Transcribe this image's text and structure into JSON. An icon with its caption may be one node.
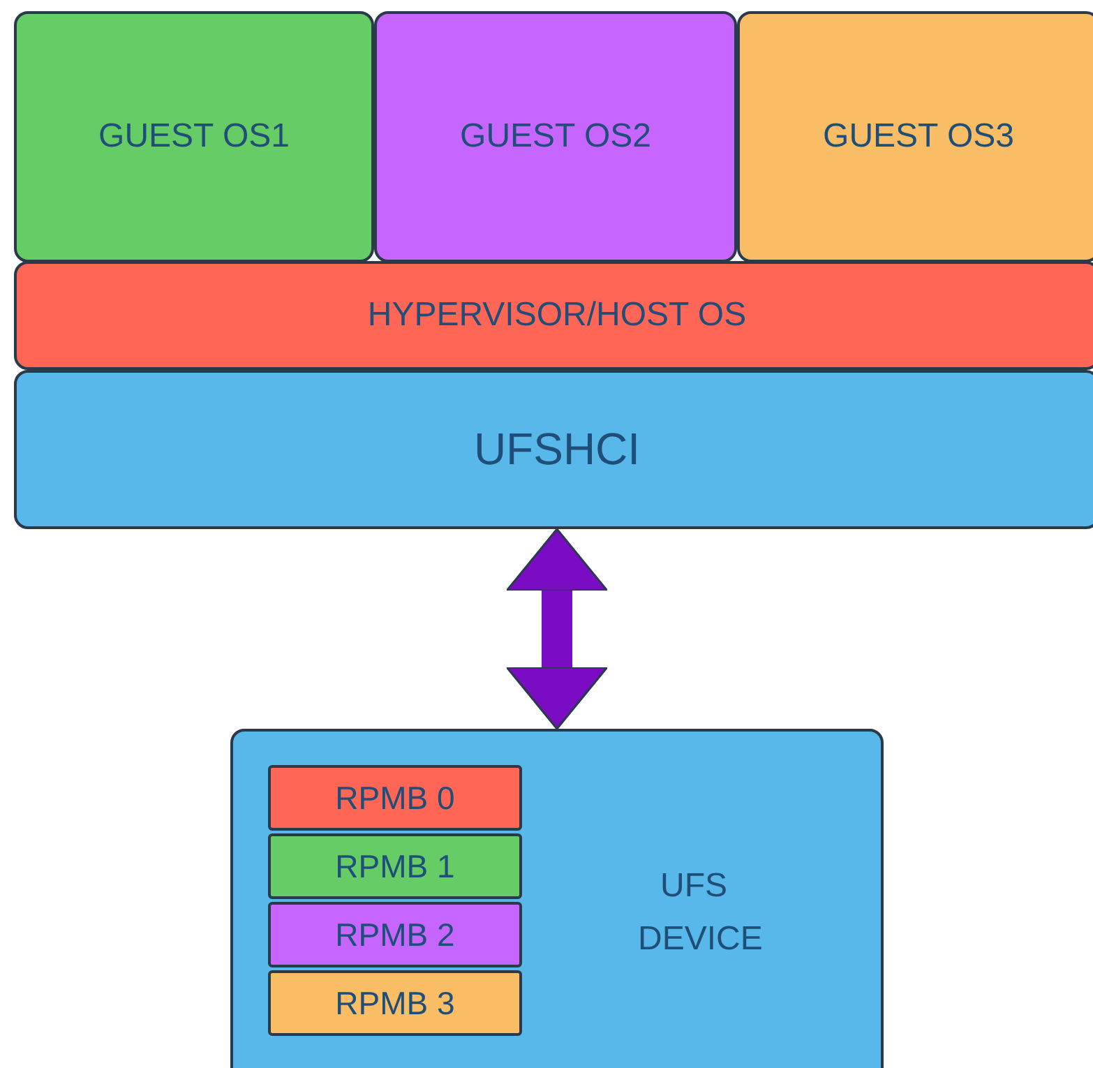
{
  "diagram": {
    "nodes": [
      {
        "text": [
          "GUEST OS1"
        ]
      },
      {
        "text": [
          "GUEST OS2"
        ]
      },
      {
        "text": [
          "GUEST OS3"
        ]
      },
      {
        "text": [
          "HYPERVISOR/HOST OS"
        ]
      },
      {
        "text": [
          "UFSHCI"
        ]
      },
      {
        "text": [
          "UFS DEVICE"
        ]
      },
      {
        "text": [
          "RPMB 0"
        ],
        "in": 5
      },
      {
        "text": [
          "RPMB 1"
        ],
        "in": 5
      },
      {
        "text": [
          "RPMB 2"
        ],
        "in": 5
      },
      {
        "text": [
          "RPMB 3"
        ],
        "in": 5
      }
    ],
    "edges": [
      {
        "from": 4,
        "to": 5,
        "arrow": "both",
        "color": "#7a0cc4"
      }
    ]
  }
}
